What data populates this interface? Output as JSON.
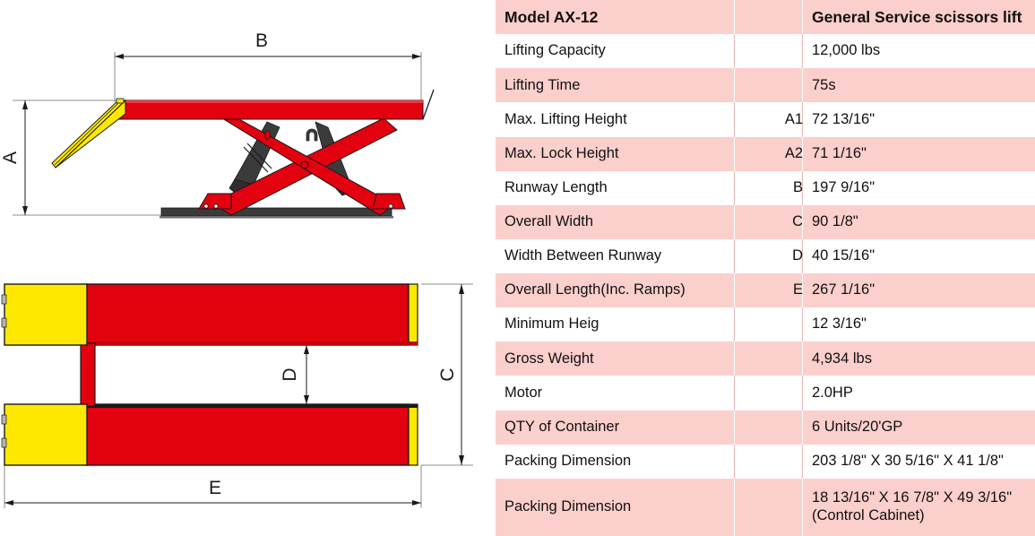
{
  "drawing": {
    "side_view": {
      "name": "scissor-lift-side-elevation",
      "dimension_labels": [
        {
          "id": "A",
          "text": "A",
          "orientation": "vertical",
          "describes": "Max. Lifting Height"
        },
        {
          "id": "B",
          "text": "B",
          "orientation": "horizontal",
          "describes": "Runway Length"
        }
      ],
      "colors": {
        "platform": "#e3000f",
        "ramp": "#ffe800",
        "base": "#3b3b3b",
        "cylinder": "#3b3b3b",
        "outline": "#1a1a1a",
        "dimension_line": "#8c8c8c"
      }
    },
    "plan_view": {
      "name": "scissor-lift-plan-view",
      "dimension_labels": [
        {
          "id": "C",
          "text": "C",
          "orientation": "vertical",
          "describes": "Overall Width"
        },
        {
          "id": "D",
          "text": "D",
          "orientation": "vertical",
          "describes": "Width Between Runway"
        },
        {
          "id": "E",
          "text": "E",
          "orientation": "horizontal",
          "describes": "Overall Length(Inc. Ramps)"
        }
      ],
      "colors": {
        "runway": "#e3000f",
        "ramp": "#ffe800",
        "outline": "#1a1a1a",
        "dimension_line": "#8c8c8c"
      }
    }
  },
  "table": {
    "accent_pink": "#fbcfcb",
    "header": {
      "model": "Model AX-12",
      "code": "",
      "title": "General Service scissors lift"
    },
    "rows": [
      {
        "label": "Lifting Capacity",
        "code": "",
        "value": "12,000 lbs",
        "shade": "white"
      },
      {
        "label": "Lifting Time",
        "code": "",
        "value": "75s",
        "shade": "pink"
      },
      {
        "label": "Max. Lifting Height",
        "code": "A1",
        "value": "72 13/16\"",
        "shade": "white"
      },
      {
        "label": "Max. Lock Height",
        "code": "A2",
        "value": "71 1/16\"",
        "shade": "pink"
      },
      {
        "label": "Runway Length",
        "code": "B",
        "value": "197 9/16\"",
        "shade": "white"
      },
      {
        "label": "Overall Width",
        "code": "C",
        "value": "90 1/8\"",
        "shade": "pink"
      },
      {
        "label": "Width Between Runway",
        "code": "D",
        "value": "40 15/16\"",
        "shade": "white"
      },
      {
        "label": "Overall Length(Inc. Ramps)",
        "code": "E",
        "value": "267 1/16\"",
        "shade": "pink"
      },
      {
        "label": "Minimum  Heig",
        "code": "",
        "value": "12 3/16\"",
        "shade": "white"
      },
      {
        "label": "Gross Weight",
        "code": "",
        "value": "4,934 lbs",
        "shade": "pink"
      },
      {
        "label": "Motor",
        "code": "",
        "value": "2.0HP",
        "shade": "white"
      },
      {
        "label": "QTY of Container",
        "code": "",
        "value": "6 Units/20'GP",
        "shade": "pink"
      },
      {
        "label": "Packing Dimension",
        "code": "",
        "value": "203 1/8\" X 30 5/16\" X 41 1/8\"",
        "shade": "white"
      },
      {
        "label": "Packing Dimension",
        "code": "",
        "value": "18 13/16\" X 16 7/8\" X 49 3/16\"\n(Control Cabinet)",
        "shade": "pink",
        "tall": true
      }
    ]
  }
}
